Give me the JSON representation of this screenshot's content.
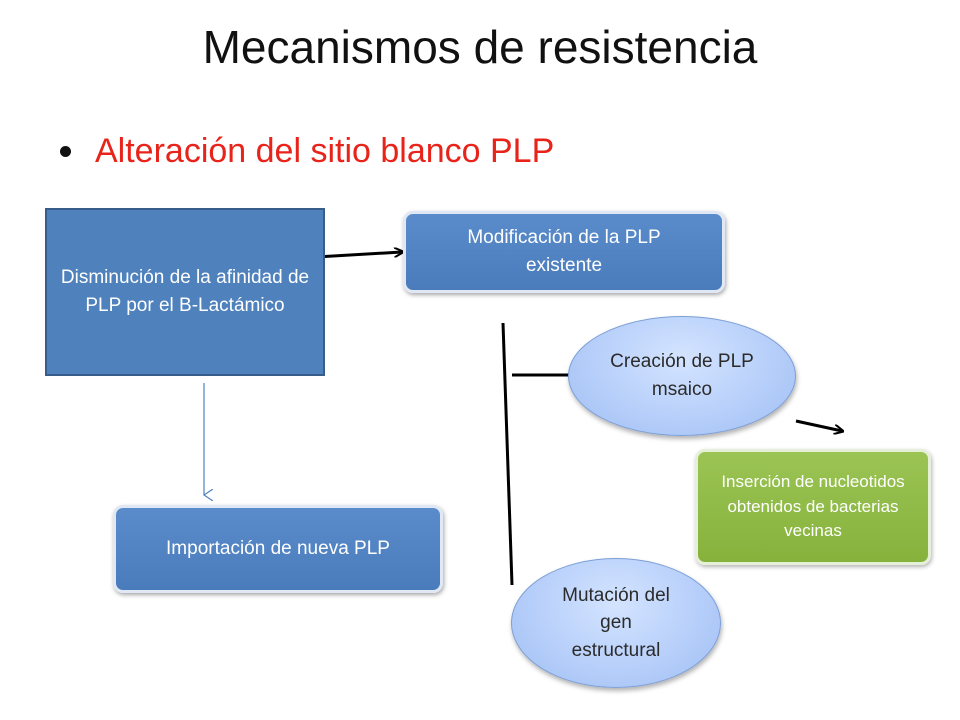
{
  "slide": {
    "title": "Mecanismos de resistencia",
    "bullet": "Alteración del sitio blanco PLP"
  },
  "diagram": {
    "nodes": {
      "main": "Disminución de la afinidad de PLP  por el B-Lactámico",
      "modificacion": "Modificación de la PLP existente",
      "importacion": "Importación de nueva PLP",
      "creacion": "Creación de PLP msaico",
      "mutacion": "Mutación del gen estructural",
      "insercion": "Inserción de nucleotidos obtenidos de bacterias  vecinas"
    },
    "colors": {
      "title_text": "#111111",
      "bullet_text": "#e8231a",
      "box_blue": "#4f81bd",
      "box_green": "#9bbb59",
      "ellipse_fill": "#b7cffa",
      "arrow_blue": "#4f81bd",
      "line_black": "#000000"
    },
    "edges": [
      {
        "from": "main",
        "to": "modificacion"
      },
      {
        "from": "main",
        "to": "importacion"
      },
      {
        "from": "modificacion",
        "to": "creacion"
      },
      {
        "from": "modificacion",
        "to": "mutacion"
      },
      {
        "from": "creacion",
        "to": "insercion"
      }
    ]
  }
}
